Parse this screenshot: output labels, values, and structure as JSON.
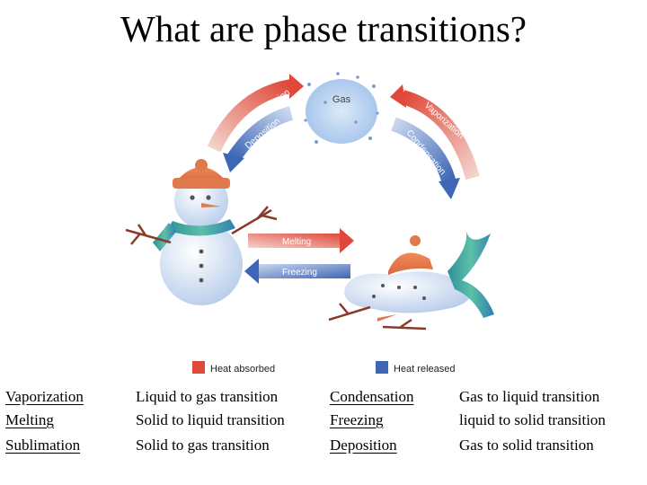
{
  "title": "What are phase transitions?",
  "figure": {
    "center_label": "Gas",
    "arrows": {
      "sublimation": "Sublimation",
      "deposition": "Deposition",
      "vaporization": "Vaporization",
      "condensation": "Condensation",
      "melting": "Melting",
      "freezing": "Freezing"
    },
    "legend": {
      "absorbed": "Heat absorbed",
      "released": "Heat released"
    },
    "colors": {
      "heat_absorbed": "#e0483a",
      "heat_released": "#3d66b6",
      "gas_cloud": "#b9d4f0"
    }
  },
  "definitions": [
    {
      "term": "Vaporization",
      "definition": "Liquid to gas transition"
    },
    {
      "term": "Melting",
      "definition": "Solid to liquid transition"
    },
    {
      "term": "Sublimation",
      "definition": "Solid to gas transition"
    },
    {
      "term": "Condensation",
      "definition": "Gas to liquid transition"
    },
    {
      "term": "Freezing",
      "definition": "liquid to solid transition"
    },
    {
      "term": "Deposition",
      "definition": "Gas to solid transition"
    }
  ]
}
